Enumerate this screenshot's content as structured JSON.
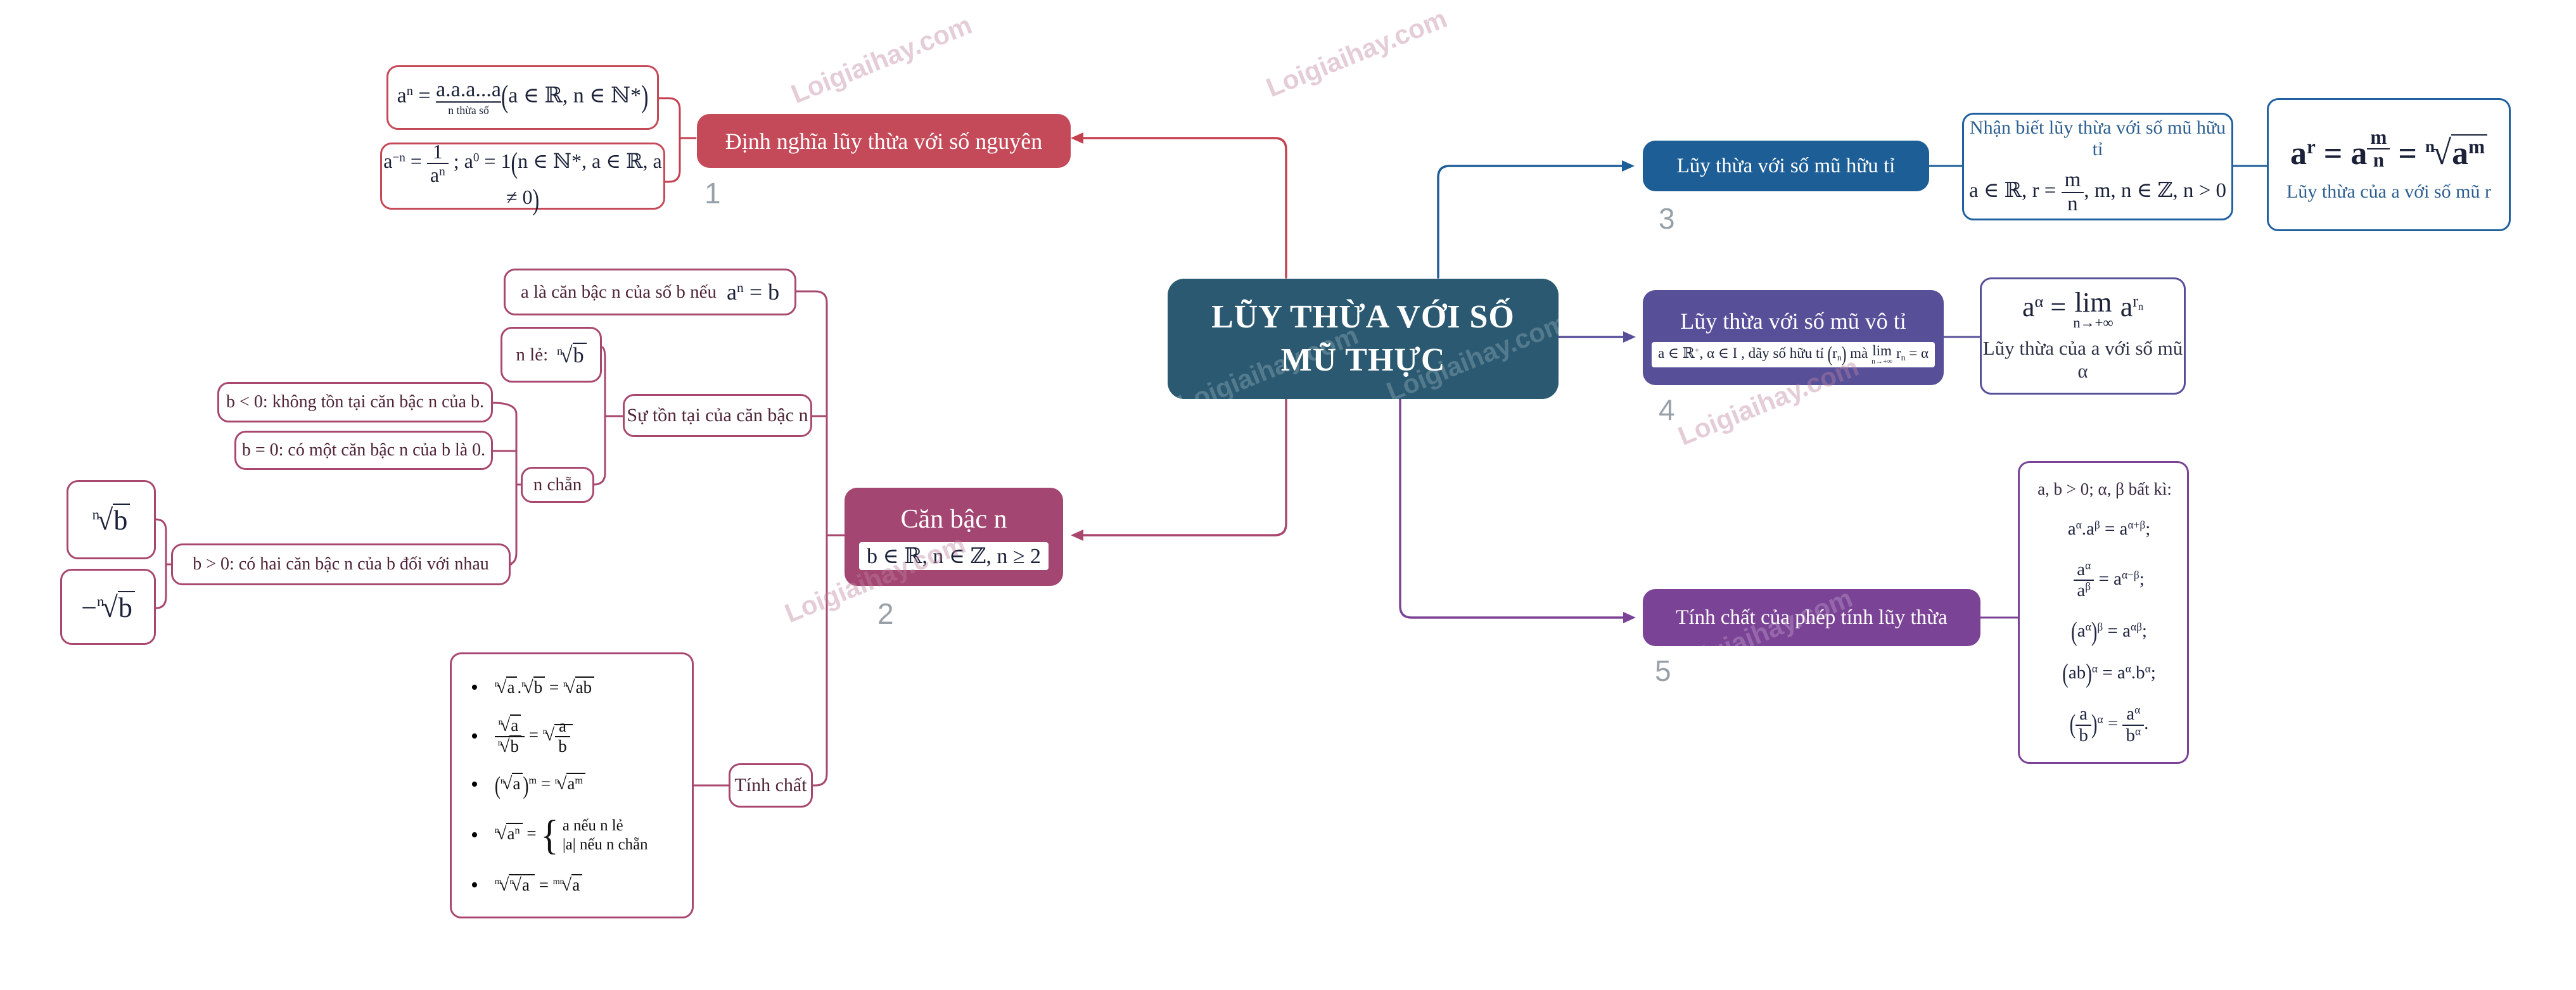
{
  "watermark": {
    "text": "Loigiaihay.com"
  },
  "center": {
    "line1": "LŨY THỪA VỚI SỐ",
    "line2": "MŨ THỰC"
  },
  "nodes": {
    "n1": {
      "label": "Định nghĩa lũy thừa với số nguyên",
      "index": "1"
    },
    "n2": {
      "label": "Căn bậc n",
      "index": "2"
    },
    "n3": {
      "label": "Lũy thừa với số mũ hữu tỉ",
      "index": "3"
    },
    "n4": {
      "label": "Lũy thừa với số mũ vô tỉ",
      "index": "4"
    },
    "n5": {
      "label": "Tính chất của phép tính lũy thừa",
      "index": "5"
    }
  },
  "left_branch": {
    "root_def_text": "a là căn bậc n của số b nếu",
    "n_le_label": "n lẻ:",
    "exist_label": "Sự tồn tại của căn bậc n",
    "n_chan_label": "n chẵn",
    "b_neg": "b < 0: không tồn tại căn bậc n của b.",
    "b_zero": "b = 0: có một căn bậc n của b là 0.",
    "b_pos": "b > 0: có hai căn bậc n của b đối với nhau",
    "tinh_chat_label": "Tính chất"
  },
  "right_branch": {
    "rational_box_title": "Nhận biết lũy thừa với số mũ hữu tỉ",
    "r_caption": "Lũy thừa của a với số mũ r",
    "alpha_caption": "Lũy thừa của a với số mũ α",
    "props_header": "a, b > 0; α, β bất kì:"
  },
  "formulas": {
    "int1": [
      [
        "t",
        "a"
      ],
      [
        "sup",
        "n"
      ],
      [
        "t",
        " = "
      ],
      [
        "ub",
        [
          [
            "t",
            "a.a.a...a"
          ]
        ],
        "n thừa số"
      ],
      [
        "big",
        "("
      ],
      [
        "t",
        "a ∈ ℝ, n ∈ ℕ*"
      ],
      [
        "big",
        ")"
      ]
    ],
    "int2": [
      [
        "t",
        "a"
      ],
      [
        "sup",
        "−n"
      ],
      [
        "t",
        " = "
      ],
      [
        "frac",
        [
          [
            "t",
            "1"
          ]
        ],
        [
          [
            "t",
            "a"
          ],
          [
            "sup",
            "n"
          ]
        ]
      ],
      [
        "t",
        " ; a"
      ],
      [
        "sup",
        "0"
      ],
      [
        "t",
        " = 1"
      ],
      [
        "big",
        "("
      ],
      [
        "t",
        "n ∈ ℕ*, a ∈ ℝ, a ≠ 0"
      ],
      [
        "big",
        ")"
      ]
    ],
    "anb": [
      [
        "t",
        "a"
      ],
      [
        "sup",
        "n"
      ],
      [
        "t",
        " = b"
      ]
    ],
    "nle": [
      [
        "root",
        "n",
        [
          [
            "t",
            "b"
          ]
        ]
      ]
    ],
    "nb": [
      [
        "root",
        "n",
        [
          [
            "t",
            "b"
          ]
        ]
      ]
    ],
    "negnb": [
      [
        "t",
        "−"
      ],
      [
        "root",
        "n",
        [
          [
            "t",
            "b"
          ]
        ]
      ]
    ],
    "n2cond": [
      [
        "t",
        "b ∈ ℝ, n ∈ ℤ, n ≥ 2"
      ]
    ],
    "p1": [
      [
        "root",
        "n",
        [
          [
            "t",
            "a"
          ]
        ]
      ],
      [
        "t",
        "."
      ],
      [
        "root",
        "n",
        [
          [
            "t",
            "b"
          ]
        ]
      ],
      [
        "t",
        " = "
      ],
      [
        "root",
        "n",
        [
          [
            "t",
            "ab"
          ]
        ]
      ]
    ],
    "p2": [
      [
        "frac",
        [
          [
            "root",
            "n",
            [
              [
                "t",
                "a"
              ]
            ]
          ]
        ],
        [
          [
            "root",
            "n",
            [
              [
                "t",
                "b"
              ]
            ]
          ]
        ]
      ],
      [
        "t",
        " = "
      ],
      [
        "root",
        "n",
        [
          [
            "frac",
            [
              [
                "t",
                "a"
              ]
            ],
            [
              [
                "t",
                "b"
              ]
            ]
          ]
        ]
      ]
    ],
    "p3": [
      [
        "big",
        "("
      ],
      [
        "root",
        "n",
        [
          [
            "t",
            "a"
          ]
        ]
      ],
      [
        "big",
        ")"
      ],
      [
        "sup",
        "m"
      ],
      [
        "t",
        " = "
      ],
      [
        "root",
        "n",
        [
          [
            "t",
            "a"
          ],
          [
            "sup",
            "m"
          ]
        ]
      ]
    ],
    "p4": [
      [
        "root",
        "n",
        [
          [
            "t",
            "a"
          ],
          [
            "sup",
            "n"
          ]
        ]
      ],
      [
        "t",
        " = "
      ],
      [
        "cases",
        "a nếu n lẻ",
        "|a| nếu n chẵn"
      ]
    ],
    "p5": [
      [
        "root",
        "m",
        [
          [
            "root",
            "n",
            [
              [
                "t",
                "a"
              ]
            ]
          ]
        ]
      ],
      [
        "t",
        " = "
      ],
      [
        "root",
        "mn",
        [
          [
            "t",
            "a"
          ]
        ]
      ]
    ],
    "rational": [
      [
        "t",
        "a ∈ ℝ, r = "
      ],
      [
        "frac",
        [
          [
            "t",
            "m"
          ]
        ],
        [
          [
            "t",
            "n"
          ]
        ]
      ],
      [
        "t",
        ", m, n ∈ ℤ, n > 0"
      ]
    ],
    "ar": [
      [
        "t",
        "a"
      ],
      [
        "sup",
        "r"
      ],
      [
        "t",
        " = a"
      ],
      [
        "supT",
        [
          [
            "frac",
            [
              [
                "t",
                "m"
              ]
            ],
            [
              [
                "t",
                "n"
              ]
            ]
          ]
        ]
      ],
      [
        "t",
        " = "
      ],
      [
        "root",
        "n",
        [
          [
            "t",
            "a"
          ],
          [
            "sup",
            "m"
          ]
        ]
      ]
    ],
    "irr_cond": [
      [
        "t",
        "a ∈ ℝ"
      ],
      [
        "sup",
        "+"
      ],
      [
        "t",
        ", α ∈ I , dãy số hữu tỉ "
      ],
      [
        "big",
        "("
      ],
      [
        "t",
        "r"
      ],
      [
        "sub",
        "n"
      ],
      [
        "big",
        ")"
      ],
      [
        "t",
        " mà "
      ],
      [
        "lim",
        "n→+∞"
      ],
      [
        "t",
        " r"
      ],
      [
        "sub",
        "n"
      ],
      [
        "t",
        " = α"
      ]
    ],
    "alim": [
      [
        "t",
        "a"
      ],
      [
        "sup",
        "α"
      ],
      [
        "t",
        " = "
      ],
      [
        "lim",
        "n→+∞"
      ],
      [
        "t",
        " a"
      ],
      [
        "supT",
        [
          [
            "t",
            "r"
          ],
          [
            "sub",
            "n"
          ]
        ]
      ]
    ],
    "q1": [
      [
        "t",
        "a"
      ],
      [
        "sup",
        "α"
      ],
      [
        "t",
        ".a"
      ],
      [
        "sup",
        "β"
      ],
      [
        "t",
        " = a"
      ],
      [
        "sup",
        "α+β"
      ],
      [
        "t",
        ";"
      ]
    ],
    "q2": [
      [
        "frac",
        [
          [
            "t",
            "a"
          ],
          [
            "sup",
            "α"
          ]
        ],
        [
          [
            "t",
            "a"
          ],
          [
            "sup",
            "β"
          ]
        ]
      ],
      [
        "t",
        " = a"
      ],
      [
        "sup",
        "α−β"
      ],
      [
        "t",
        ";"
      ]
    ],
    "q3": [
      [
        "big",
        "("
      ],
      [
        "t",
        "a"
      ],
      [
        "sup",
        "α"
      ],
      [
        "big",
        ")"
      ],
      [
        "sup",
        "β"
      ],
      [
        "t",
        " = a"
      ],
      [
        "sup",
        "αβ"
      ],
      [
        "t",
        ";"
      ]
    ],
    "q4": [
      [
        "big",
        "("
      ],
      [
        "t",
        "ab"
      ],
      [
        "big",
        ")"
      ],
      [
        "sup",
        "α"
      ],
      [
        "t",
        " = a"
      ],
      [
        "sup",
        "α"
      ],
      [
        "t",
        ".b"
      ],
      [
        "sup",
        "α"
      ],
      [
        "t",
        ";"
      ]
    ],
    "q5": [
      [
        "big",
        "("
      ],
      [
        "frac",
        [
          [
            "t",
            "a"
          ]
        ],
        [
          [
            "t",
            "b"
          ]
        ]
      ],
      [
        "big",
        ")"
      ],
      [
        "sup",
        "α"
      ],
      [
        "t",
        " = "
      ],
      [
        "frac",
        [
          [
            "t",
            "a"
          ],
          [
            "sup",
            "α"
          ]
        ],
        [
          [
            "t",
            "b"
          ],
          [
            "sup",
            "α"
          ]
        ]
      ],
      [
        "t",
        "."
      ]
    ]
  },
  "colors": {
    "red": "#C54A59",
    "red_line": "#C5404E",
    "teal": "#2A5971",
    "maroon_node": "#A34672",
    "maroon_line": "#A8486F",
    "blue_node": "#1D5E96",
    "blue_border": "#2060A0",
    "indigo": "#575099",
    "violet": "#7B4396"
  }
}
